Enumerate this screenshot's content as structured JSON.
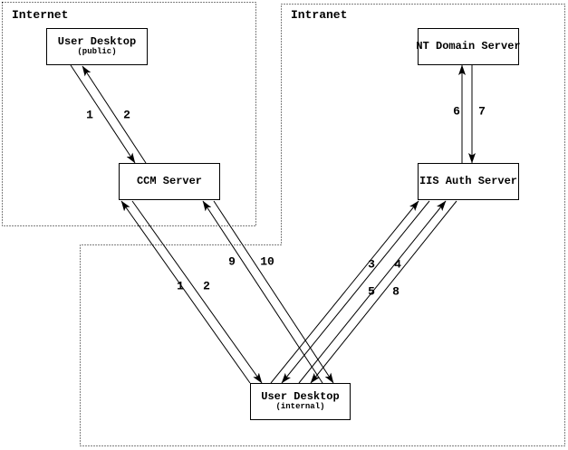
{
  "title": "CCM authentication network flow diagram",
  "colors": {
    "line": "#000000",
    "background": "#ffffff"
  },
  "regions": [
    {
      "id": "internet",
      "label": "Internet"
    },
    {
      "id": "intranet",
      "label": "Intranet"
    }
  ],
  "nodes": [
    {
      "id": "user-desktop-public",
      "label": "User Desktop",
      "sublabel": "(public)"
    },
    {
      "id": "ccm-server",
      "label": "CCM Server",
      "sublabel": ""
    },
    {
      "id": "nt-domain-server",
      "label": "NT Domain Server",
      "sublabel": ""
    },
    {
      "id": "iis-auth-server",
      "label": "IIS Auth Server",
      "sublabel": ""
    },
    {
      "id": "user-desktop-internal",
      "label": "User Desktop",
      "sublabel": "(internal)"
    }
  ],
  "edges": [
    {
      "label": "1",
      "from": "user-desktop-public",
      "to": "ccm-server"
    },
    {
      "label": "2",
      "from": "ccm-server",
      "to": "user-desktop-public"
    },
    {
      "label": "1",
      "from": "user-desktop-internal",
      "to": "ccm-server"
    },
    {
      "label": "2",
      "from": "ccm-server",
      "to": "user-desktop-internal"
    },
    {
      "label": "9",
      "from": "user-desktop-internal",
      "to": "ccm-server"
    },
    {
      "label": "10",
      "from": "ccm-server",
      "to": "user-desktop-internal"
    },
    {
      "label": "3",
      "from": "user-desktop-internal",
      "to": "iis-auth-server"
    },
    {
      "label": "4",
      "from": "iis-auth-server",
      "to": "user-desktop-internal"
    },
    {
      "label": "5",
      "from": "user-desktop-internal",
      "to": "iis-auth-server"
    },
    {
      "label": "8",
      "from": "iis-auth-server",
      "to": "user-desktop-internal"
    },
    {
      "label": "6",
      "from": "iis-auth-server",
      "to": "nt-domain-server"
    },
    {
      "label": "7",
      "from": "nt-domain-server",
      "to": "iis-auth-server"
    }
  ]
}
